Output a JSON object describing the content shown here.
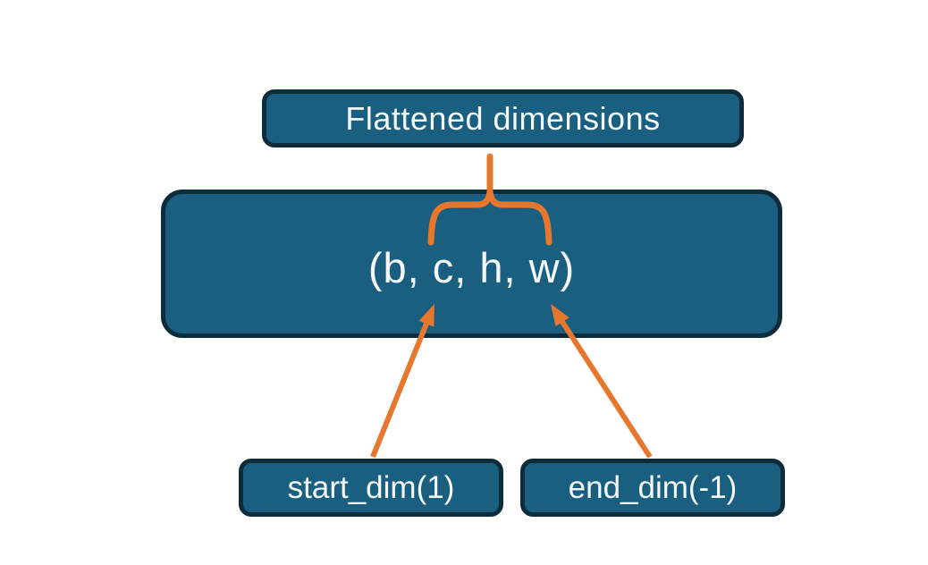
{
  "diagram": {
    "nodes": {
      "flattened": {
        "label": "Flattened dimensions"
      },
      "tensor": {
        "label": "(b, c, h, w)"
      },
      "start_dim": {
        "label": "start_dim(1)"
      },
      "end_dim": {
        "label": "end_dim(-1)"
      }
    },
    "colors": {
      "box_fill": "#1a5f80",
      "box_border": "#0d2c3b",
      "accent": "#e8772e",
      "text": "#f4f8f9",
      "background": "#ffffff"
    }
  }
}
